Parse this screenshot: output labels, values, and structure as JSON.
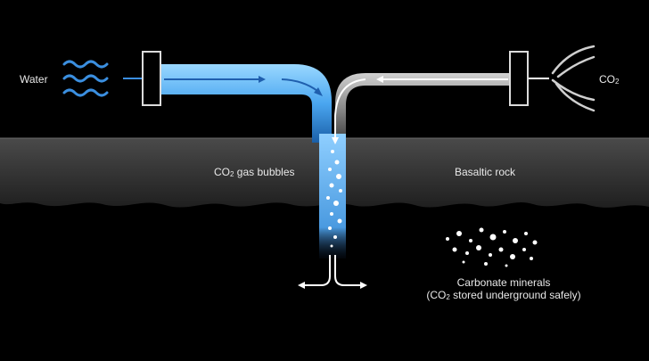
{
  "labels": {
    "water": "Water",
    "co2_prefix": "CO",
    "co2_sub": "2",
    "gas_bubbles_prefix": "CO",
    "gas_bubbles_sub": "2",
    "gas_bubbles_suffix": " gas bubbles",
    "basaltic_rock": "Basaltic rock",
    "carbonate_line1": "Carbonate minerals",
    "carbonate_line2_prefix": "(CO",
    "carbonate_line2_sub": "2",
    "carbonate_line2_suffix": " stored underground safely)"
  },
  "colors": {
    "background": "#000000",
    "rock": "#3a3a3a",
    "water_pipe": "#6ec3ff",
    "gas_pipe": "#9a9a9a",
    "arrow": "#ffffff",
    "water_waves": "#3b8fe0"
  }
}
